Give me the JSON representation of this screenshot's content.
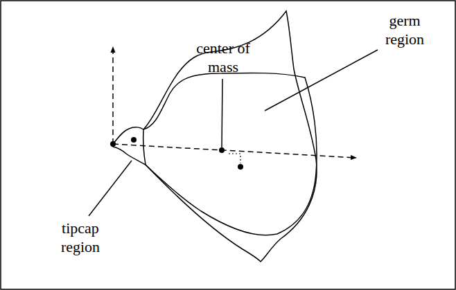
{
  "diagram": {
    "labels": [
      "center of mass",
      "germ region",
      "tipcap region"
    ]
  }
}
